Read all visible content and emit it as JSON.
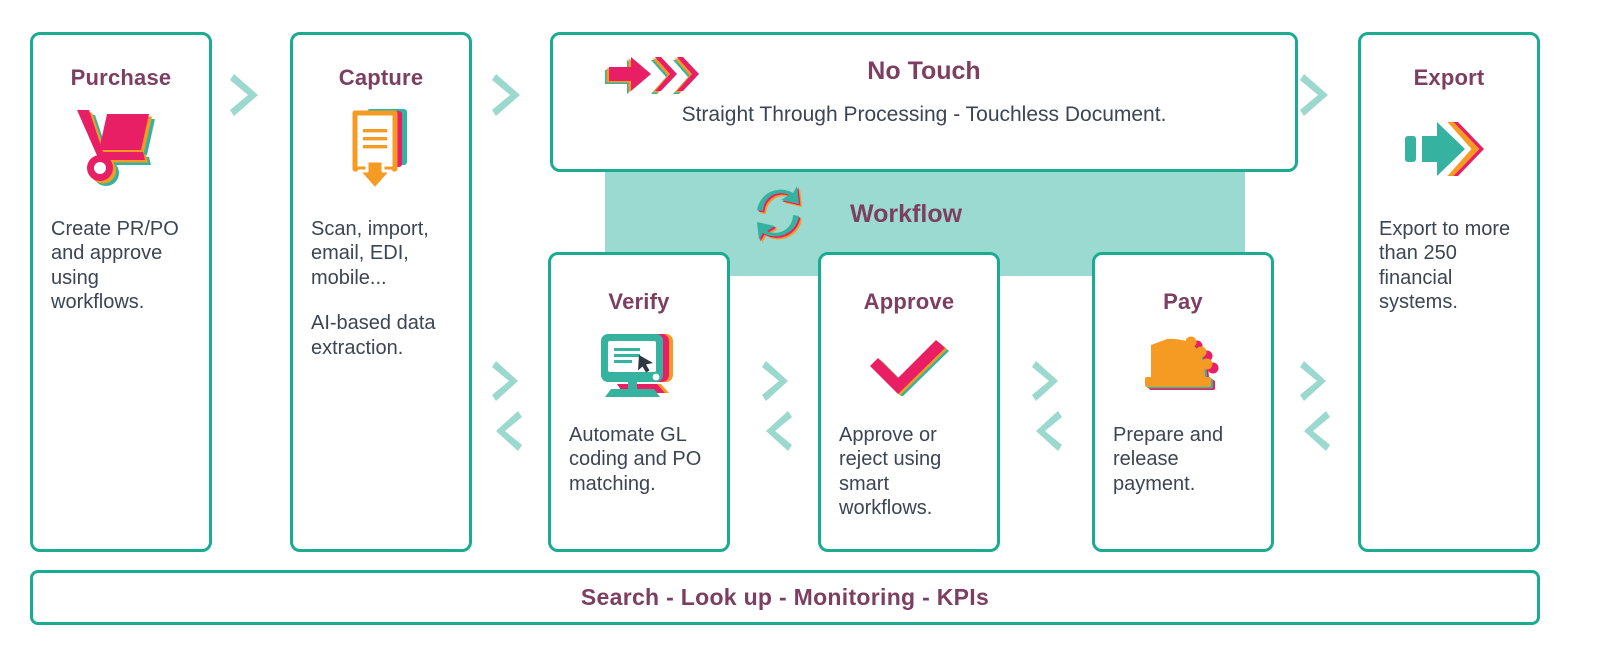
{
  "theme": {
    "teal_border": "#1aab92",
    "band_teal": "#9bdad0",
    "chevron_teal": "#9bd8cd",
    "title_purple": "#7c3f62",
    "body_gray": "#3b4553",
    "pink": "#e81f64",
    "orange": "#f59a23",
    "icon_teal": "#35b3a0",
    "background": "#ffffff"
  },
  "top_row": {
    "purchase": {
      "title": "Purchase",
      "icon": "hand-truck-icon",
      "description": "Create PR/PO and approve using workflows."
    },
    "capture": {
      "title": "Capture",
      "icon": "document-import-icon",
      "description_1": "Scan, import, email, EDI, mobile...",
      "description_2": "AI-based data extraction."
    },
    "no_touch": {
      "title": "No Touch",
      "icon": "fast-forward-arrow-icon",
      "subtitle": "Straight Through Processing - Touchless Document."
    },
    "export": {
      "title": "Export",
      "icon": "export-arrow-icon",
      "description": "Export to more than 250 financial systems."
    }
  },
  "workflow_band": {
    "title": "Workflow",
    "icon": "refresh-cycle-icon"
  },
  "bottom_row": {
    "verify": {
      "title": "Verify",
      "icon": "monitor-cursor-icon",
      "description": "Automate GL coding and PO matching."
    },
    "approve": {
      "title": "Approve",
      "icon": "checkmark-icon",
      "description": "Approve or reject using smart workflows."
    },
    "pay": {
      "title": "Pay",
      "icon": "cash-register-icon",
      "description": "Prepare and release payment."
    }
  },
  "footer": {
    "text": "Search - Look up - Monitoring - KPIs"
  },
  "connectors": {
    "chevron_right": "chevron-right-icon",
    "chevron_left": "chevron-left-icon"
  }
}
